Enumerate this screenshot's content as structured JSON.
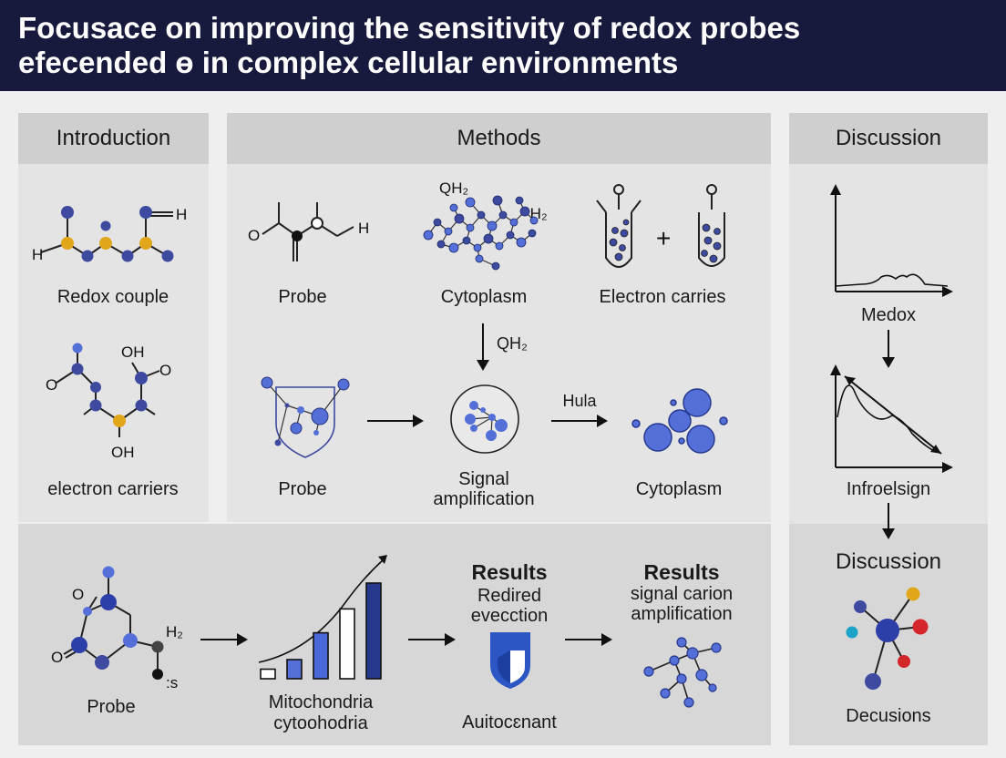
{
  "title": {
    "line1": "Focusace on improving the sensitivity of redox probes",
    "line2": "efecended ɵ in complex cellular environments"
  },
  "colors": {
    "title_bg": "#171a3c",
    "panel_bg": "#e4e4e4",
    "panel_header": "#cfcfcf",
    "atom_blue": "#3d4aa0",
    "atom_gold": "#e2a61b",
    "node_blue": "#5470d8",
    "bar_dark": "#27398e"
  },
  "introduction": {
    "header": "Introduction",
    "redox_label": "Redox couple",
    "carriers_label": "electron carriers",
    "chem": {
      "h_right": "H",
      "h_left": "H",
      "oh_top": "OH",
      "o_left": "O",
      "o_right": "O",
      "oh_bottom": "OH"
    }
  },
  "methods": {
    "header": "Methods",
    "probe_label": "Probe",
    "cytoplasm_label": "Cytoplasm",
    "electron_label": "Electron carries",
    "probe2_label": "Probe",
    "signal_label_1": "Signal",
    "signal_label_2": "amplification",
    "cytoplasm2_label": "Cytoplasm",
    "arrow_down_label": "QH₂",
    "arrow_label": "Hula",
    "plus": "+",
    "chem": {
      "qh2": "QH₂",
      "h2": "·H₂",
      "o": "O",
      "h": "H"
    }
  },
  "discussion": {
    "header": "Discussion",
    "chart1_label": "Medox",
    "chart2_label": "Infroelsign",
    "header2": "Discussion",
    "network_label": "Decusions"
  },
  "results": {
    "probe_label": "Probe",
    "mito_label_1": "Mitochondria",
    "mito_label_2": "cytoohodria",
    "results1_title": "Results",
    "results1_sub1": "Redired",
    "results1_sub2": "evecction",
    "antioxidant_label": "Auitocɛnant",
    "results2_title": "Results",
    "results2_sub1": "signal carion",
    "results2_sub2": "amplification",
    "chem": {
      "o_top": "O",
      "o_left": "O",
      "h2": "H₂",
      "s": ":s"
    },
    "bars": [
      0.1,
      0.2,
      0.48,
      0.73,
      1.0
    ]
  }
}
